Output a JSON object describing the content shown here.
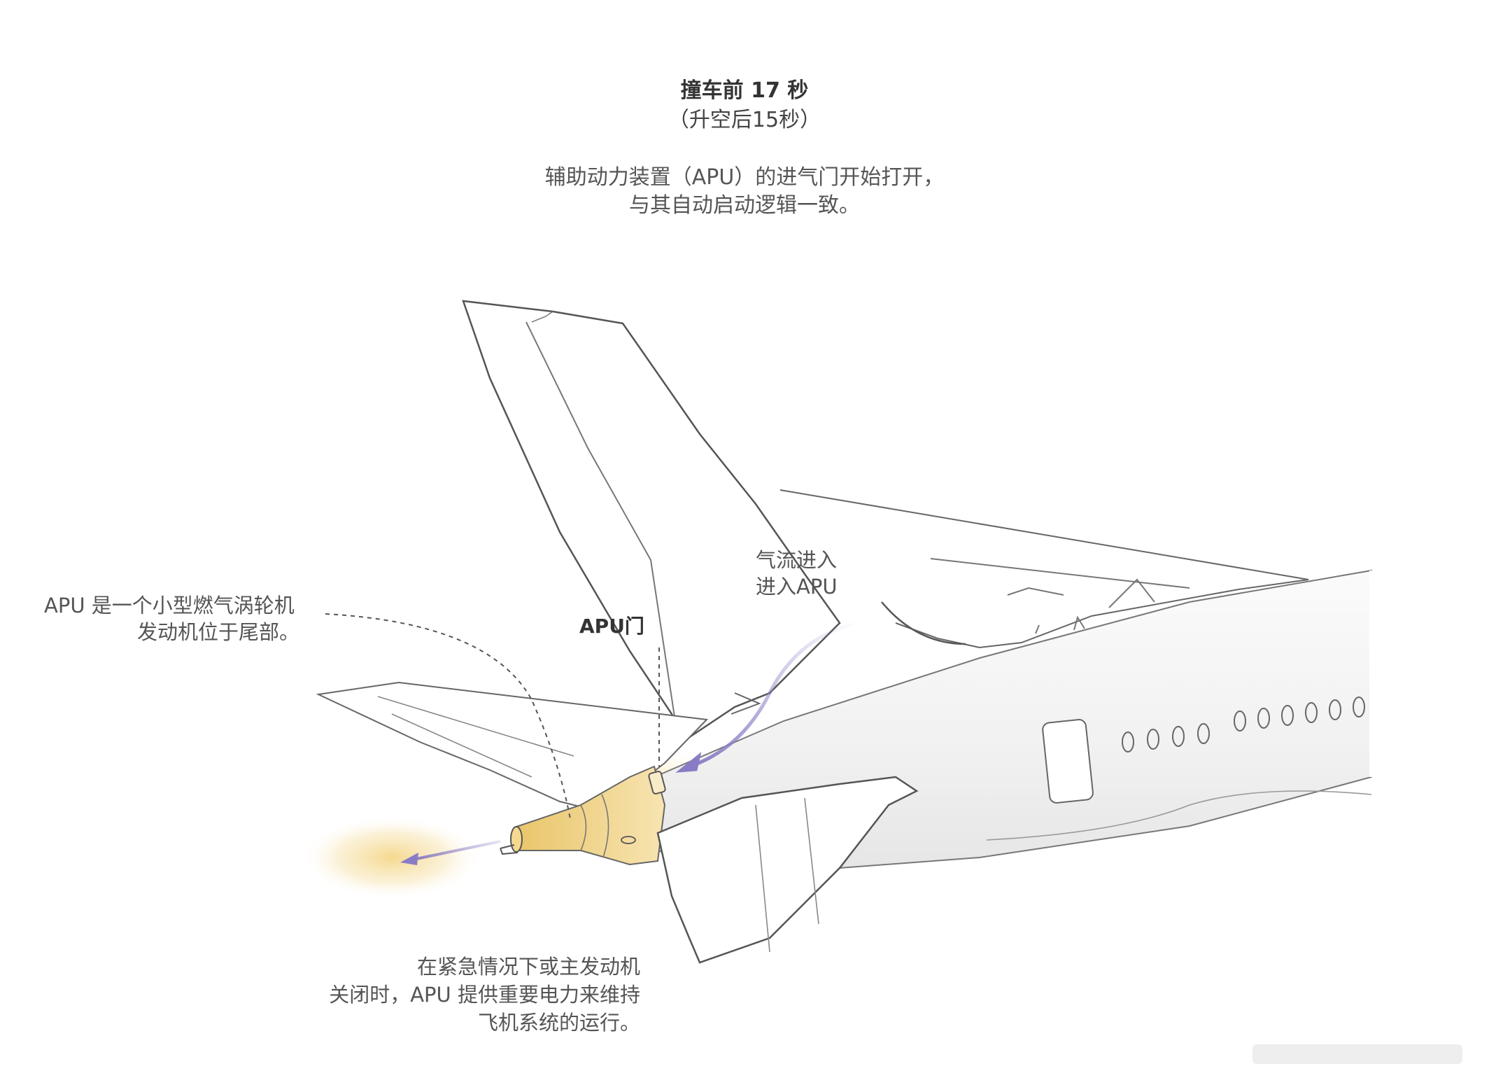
{
  "title": {
    "main": "撞车前 17 秒",
    "sub": "（升空后15秒）"
  },
  "description": {
    "line1": "辅助动力装置（APU）的进气门开始打开，",
    "line2": "与其自动启动逻辑一致。"
  },
  "labels": {
    "apu_info": {
      "line1": "APU 是一个小型燃气涡轮机",
      "line2": "发动机位于尾部。"
    },
    "apu_door": "APU门",
    "airflow": {
      "line1": "气流进入",
      "line2": "进入APU"
    }
  },
  "note": {
    "line1": "在紧急情况下或主发动机",
    "line2": "关闭时，APU 提供重要电力来维持",
    "line3": "飞机系统的运行。"
  },
  "colors": {
    "line": "#666666",
    "arrow": "#8a7cc4",
    "glow": "#f3d27a",
    "body": "#f4f4f4",
    "cone": "#f1d487"
  }
}
